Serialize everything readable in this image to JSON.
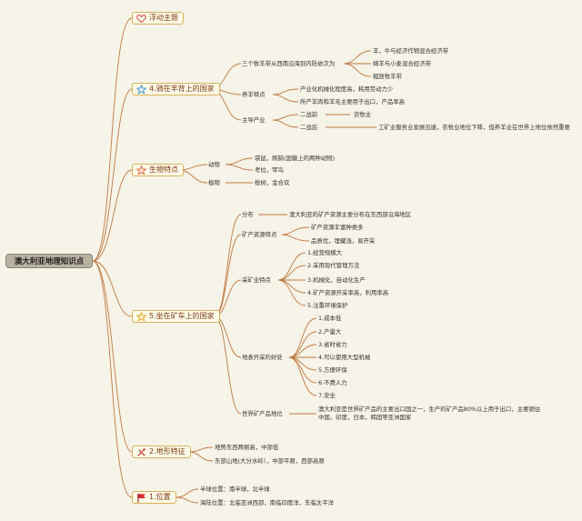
{
  "root": "澳大利亚地理知识点",
  "topics": {
    "float": "浮动主题",
    "sheep": {
      "label": "4.骑在羊背上的国家",
      "l1_routes": "三个牧羊带从西南沿海到内陆依次为",
      "routes": [
        "羊，牛与经济作物混合经济带",
        "绵羊与小麦混合经济带",
        "粗放牧羊带"
      ],
      "l1_traits": "养羊特点",
      "traits": [
        "产业化机械化程度高，耗用劳动力少",
        "所产羊肉和羊毛主要用于出口，产品率高"
      ],
      "l1_industry": "主导产业",
      "industry_pre": "二战前",
      "industry_pre_val": "农牧业",
      "industry_post": "二战后",
      "industry_post_val": "工矿业服务业发展迅速，农牧业地位下降，但养羊业在世界上地位依然重要"
    },
    "bio": {
      "label": "生物特点",
      "animal": "动物",
      "animals": [
        "袋鼠，鸸鹋(国徽上的两种动物)",
        "考拉，琴鸟"
      ],
      "plant": "植物",
      "plants": "桉树，金合欢"
    },
    "mine": {
      "label": "5.坐在矿车上的国家",
      "dist": "分布",
      "dist_val": "澳大利亚的矿产资源主要分布在东西部沿海地区",
      "res": "矿产资源特点",
      "res_vals": [
        "矿产资源丰富种类多",
        "品质优，埋藏浅，易开采"
      ],
      "ind": "采矿业特点",
      "ind_vals": [
        "1.经营规模大",
        "2.采用现代管理方法",
        "3.机械化，自动化生产",
        "4.矿产资源开采率高，利用率高",
        "5.注重环境保护"
      ],
      "open": "地表开采的好处",
      "open_vals": [
        "1.成本低",
        "2.产量大",
        "3.省时省力",
        "4.可以使用大型机械",
        "5.方便环保",
        "6.不费人力",
        "7.安全"
      ],
      "status": "世界矿产品地位",
      "status_val": "澳大利亚是世界矿产品的主要出口国之一，生产的矿产品80%以上用于出口，主要销往 中国，印度，日本，韩国等亚洲国家"
    },
    "terrain": {
      "label": "2.地形特征",
      "items": [
        "地势东西两侧高，中部低",
        "东部山地(大分水岭），中部平原，西部高原"
      ]
    },
    "location": {
      "label": "1.位置",
      "items": [
        "半球位置：南半球，北半球",
        "海陆位置：北临亚洲西部，南临印度洋，东临太平洋"
      ]
    }
  },
  "colors": {
    "line": "#bf7a45",
    "node_border": "#d7b35a",
    "background": "#f6f3e8"
  }
}
